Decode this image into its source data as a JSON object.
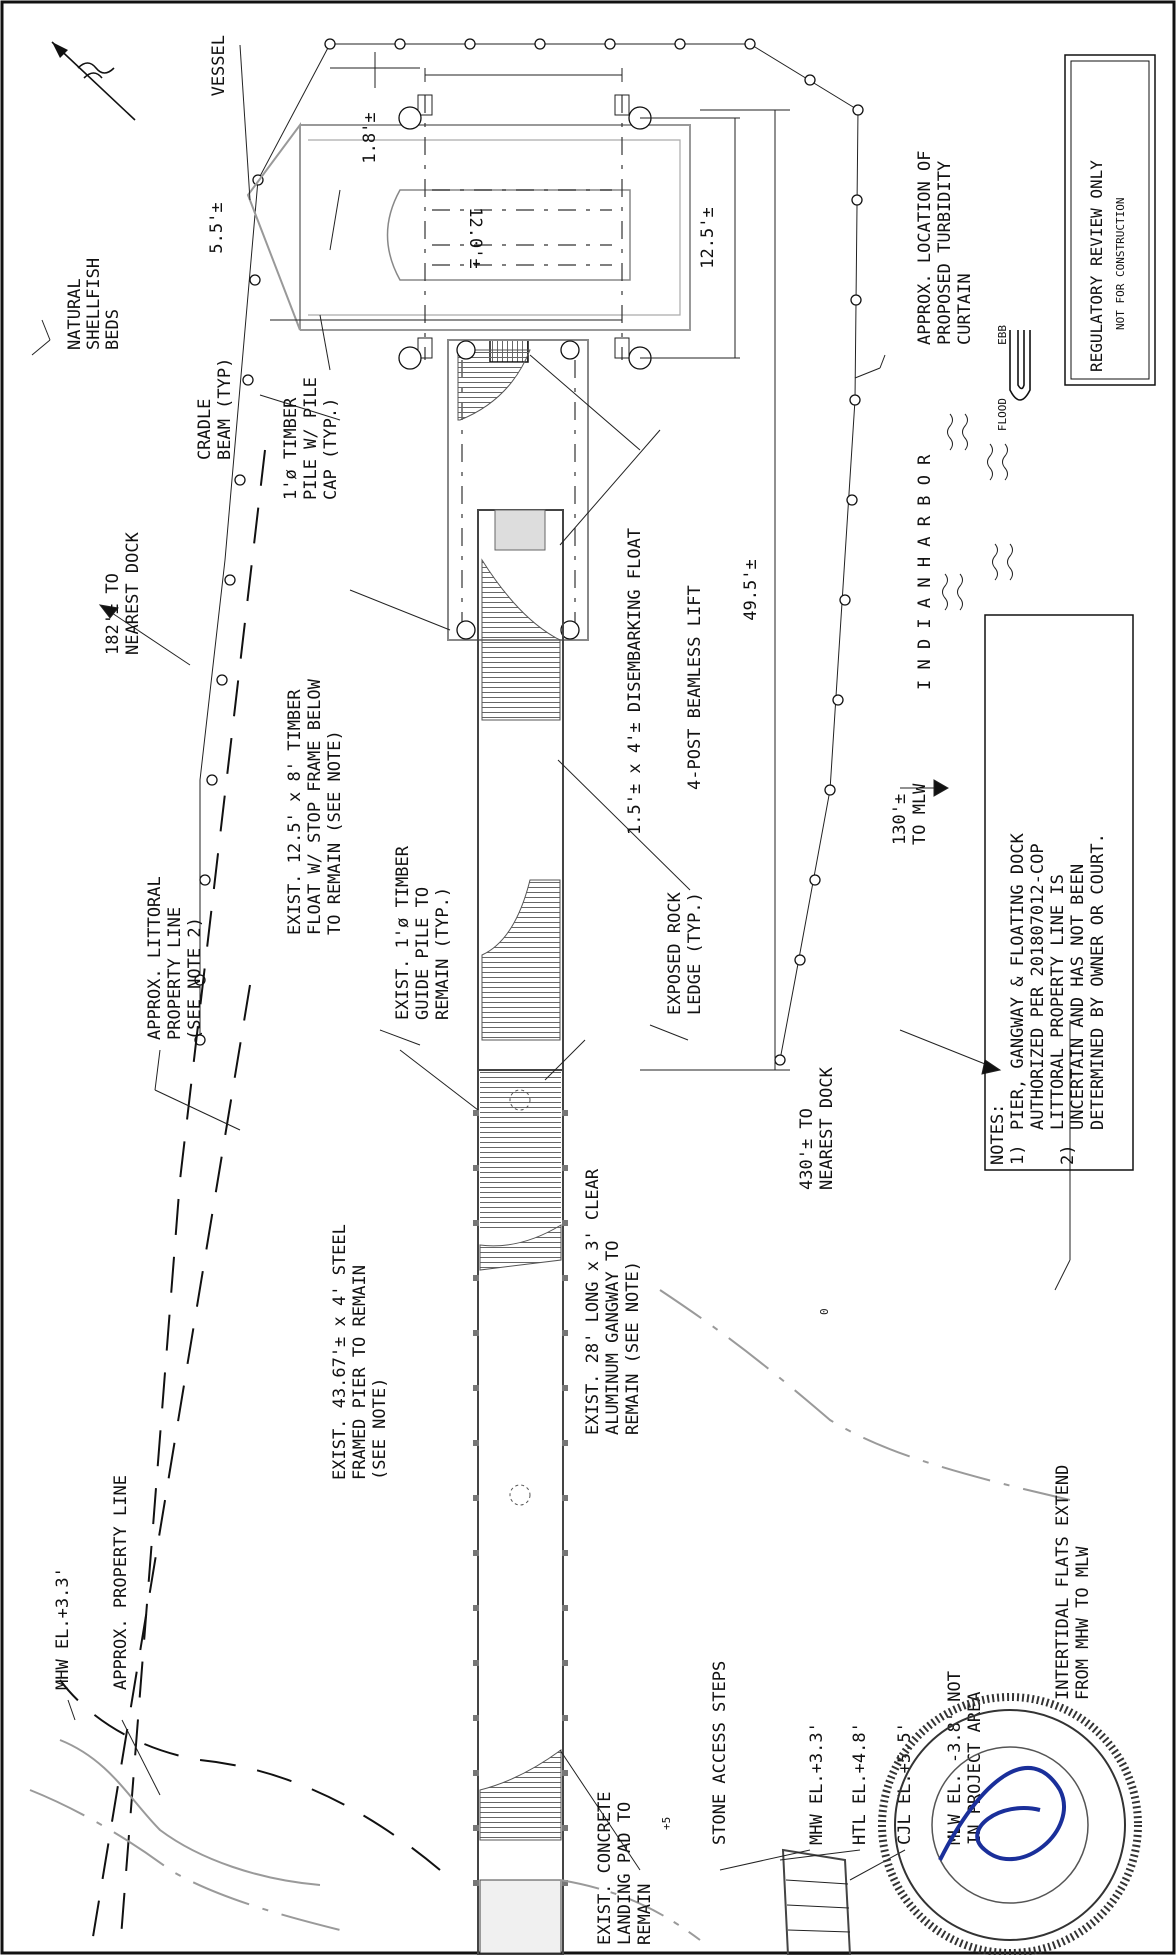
{
  "labels": {
    "vessel": "VESSEL",
    "dim_1_8": "1.8'±",
    "dim_12_0": "12.0'±",
    "dim_5_5": "5.5'±",
    "dim_12_5": "12.5'±",
    "dim_49_5": "49.5'±",
    "natural_shellfish_1": "NATURAL",
    "natural_shellfish_2": "SHELLFISH",
    "natural_shellfish_3": "BEDS",
    "cradle_1": "CRADLE",
    "cradle_2": "BEAM (TYP)",
    "timber_pile_1": "1'ø TIMBER",
    "timber_pile_2": "PILE W/ PILE",
    "timber_pile_3": "CAP (TYP.)",
    "nearest_dock_182_1": "182'± TO",
    "nearest_dock_182_2": "NEAREST DOCK",
    "exist_float_1": "EXIST. 12.5' x 8' TIMBER",
    "exist_float_2": "FLOAT W/ STOP FRAME BELOW",
    "exist_float_3": "TO REMAIN (SEE NOTE)",
    "disembark_float": "1.5'± x 4'± DISEMBARKING FLOAT",
    "beamless_lift": "4-POST BEAMLESS LIFT",
    "littoral_1": "APPROX. LITTORAL",
    "littoral_2": "PROPERTY LINE",
    "littoral_3": "(SEE NOTE 2)",
    "guide_pile_1": "EXIST. 1'ø TIMBER",
    "guide_pile_2": "GUIDE PILE TO",
    "guide_pile_3": "REMAIN (TYP.)",
    "rock_1": "EXPOSED ROCK",
    "rock_2": "LEDGE (TYP.)",
    "mlw_130_1": "130'±",
    "mlw_130_2": "TO MLW",
    "indian_harbor": "I N D I A N    H A R B O R",
    "turbidity_1": "APPROX. LOCATION OF",
    "turbidity_2": "PROPOSED TURBIDITY",
    "turbidity_3": "CURTAIN",
    "ebb": "EBB",
    "flood": "FLOOD",
    "regulatory_1": "REGULATORY REVIEW ONLY",
    "regulatory_2": "NOT FOR CONSTRUCTION",
    "approx_property_line": "APPROX. PROPERTY LINE",
    "mhw_top": "MHW EL.+3.3'",
    "pier_1": "EXIST. 43.67'± x 4' STEEL",
    "pier_2": "FRAMED PIER TO REMAIN",
    "pier_3": "(SEE NOTE)",
    "gangway_1": "EXIST. 28' LONG x 3' CLEAR",
    "gangway_2": "ALUMINUM GANGWAY TO",
    "gangway_3": "REMAIN (SEE NOTE)",
    "nearest_dock_430_1": "430'± TO",
    "nearest_dock_430_2": "NEAREST DOCK",
    "notes_title": "NOTES:",
    "note_1_num": "1)",
    "note_1_a": "PIER, GANGWAY & FLOATING DOCK",
    "note_1_b": "AUTHORIZED PER 201807012-COP",
    "note_2_num": "2)",
    "note_2_a": "LITTORAL PROPERTY LINE IS",
    "note_2_b": "UNCERTAIN AND HAS NOT BEEN",
    "note_2_c": "DETERMINED BY OWNER OR COURT.",
    "landing_1": "EXIST. CONCRETE",
    "landing_2": "LANDING PAD TO",
    "landing_3": "REMAIN",
    "stone_steps": "STONE ACCESS STEPS",
    "mhw_bottom": "MHW EL.+3.3'",
    "htl": "HTL EL.+4.8'",
    "cjl": "CJL EL.+5.5'",
    "mlw_1": "MLW EL. -3.8' NOT",
    "mlw_2": "IN PROJECT AREA",
    "intertidal_1": "INTERTIDAL FLATS EXTEND",
    "intertidal_2": "FROM MHW TO MLW",
    "contour_plus5": "+5",
    "contour_0": "0"
  }
}
